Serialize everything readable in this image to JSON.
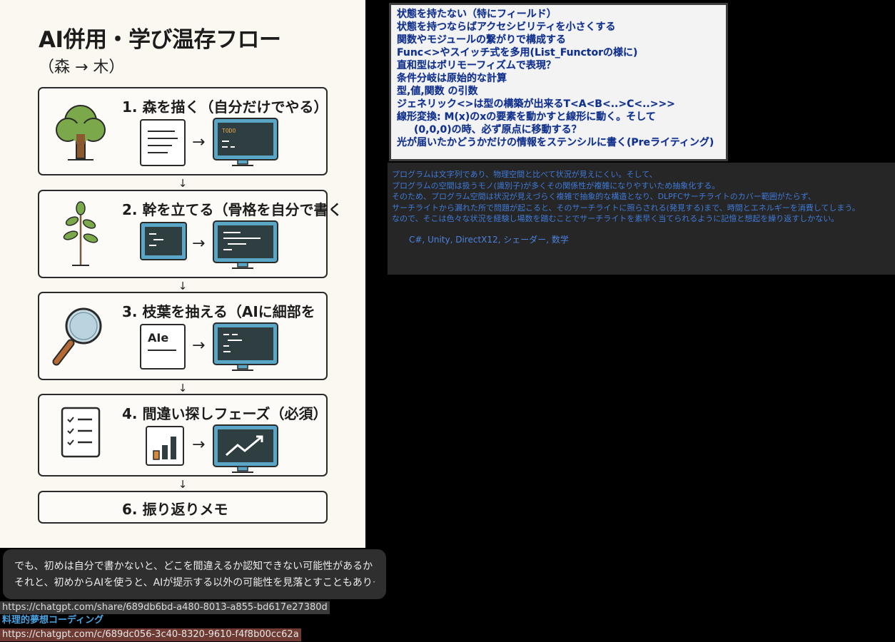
{
  "infographic": {
    "title": "AI併用・学び温存フロー",
    "subtitle": "（森 → 木）",
    "steps": [
      {
        "label": "1. 森を描く（自分だけでやる）",
        "icon": "tree-icon",
        "todo_label": "TODO"
      },
      {
        "label": "2. 幹を立てる（骨格を自分で書く",
        "icon": "sapling-icon"
      },
      {
        "label": "3. 枝葉を抽える（AIに細部を",
        "icon": "magnifier-icon",
        "ai_label": "AIe"
      },
      {
        "label": "4. 間違い探しフェーズ（必須）",
        "icon": "checklist-icon"
      },
      {
        "label": "6. 振り返りメモ"
      }
    ],
    "arrow_glyph": "→",
    "down_glyph": "↓"
  },
  "chat": {
    "lines": [
      "でも、初めは自分で書かないと、どこを間違えるか認知できない可能性があるか",
      "それと、初めからAIを使うと、AIが提示する以外の可能性を見落とすこともありそ"
    ]
  },
  "links": {
    "share_url": "https://chatgpt.com/share/689db6bd-a480-8013-a855-bd617e27380d",
    "title": "料理的夢想コーディング",
    "chat_url": "https://chatgpt.com/c/689dc056-3c40-8320-9610-f4f8b00cc62a"
  },
  "notes": {
    "lines": [
      "状態を持たない（特にフィールド）",
      "状態を持つならばアクセシビリティを小さくする",
      "関数やモジュールの繋がりで構成する",
      "Func<>やスイッチ式を多用(List_Functorの様に)",
      "直和型はポリモーフィズムで表現？",
      " 条件分岐は原始的な計算",
      "型,値,関数 の引数",
      "ジェネリック<>は型の構築が出来るT<A<B<..>C<..>>>",
      " 線形変換: M(x)のxの要素を動かすと線形に動く。そして",
      "(0,0,0)の時、必ず原点に移動する？",
      "光が届いたかどうかだけの情報をステンシルに書く(Preライティング)"
    ]
  },
  "program_notes": {
    "lines": [
      "プログラムは文字列であり、物理空間と比べて状況が見えにくい。そして、",
      "プログラムの空間は扱うモノ(識別子)が多くその関係性が複雑になりやすいため抽象化する。",
      "そのため、プログラム空間は状況が見えづらく複雑で抽象的な構造となり、DLPFCサーチライトのカバー範囲がたらず、",
      "サーチライトから漏れた所で問題が起こると、そのサーチライトに照らされる(発見する)まで、時間とエネルギーを消費してしまう。",
      "なので、そこは色々な状況を経験し場数を踏むことでサーチライトを素早く当てられるように記憶と想起を繰り返すしかない。"
    ],
    "tags": "C#, Unity, DirectX12, シェーダー, 数学"
  },
  "colors": {
    "monitor_frame": "#5aa6c6",
    "screen": "#2f3e40",
    "note_text": "#12308a",
    "program_text": "#3f7ad8",
    "tree_leaf": "#7aa84a",
    "trunk": "#8a5a2e"
  }
}
